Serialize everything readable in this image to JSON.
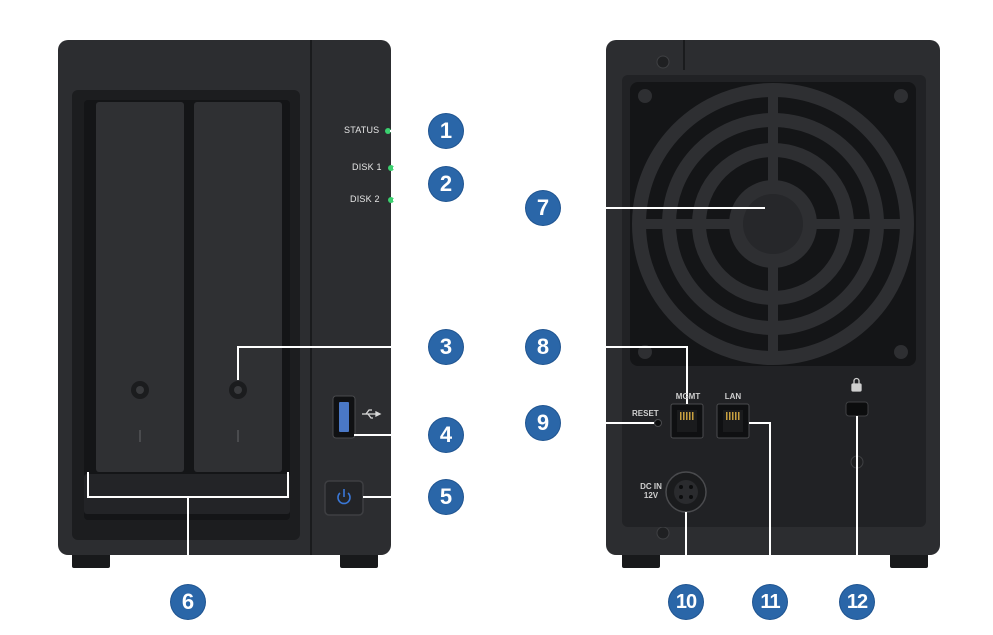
{
  "front": {
    "led_labels": {
      "status": "STATUS",
      "disk1": "DISK 1",
      "disk2": "DISK 2"
    }
  },
  "back": {
    "port_labels": {
      "mgmt": "MGMT",
      "lan": "LAN",
      "reset": "RESET",
      "dc_in_line1": "DC IN",
      "dc_in_line2": "12V"
    }
  },
  "callouts": [
    "1",
    "2",
    "3",
    "4",
    "5",
    "6",
    "7",
    "8",
    "9",
    "10",
    "11",
    "12"
  ],
  "colors": {
    "chassis": "#2b2c2f",
    "panel": "#1b1c1e",
    "callout": "#2a66a8",
    "led": "#3bd16f",
    "power": "#3a78d8"
  },
  "icons": [
    "usb-icon",
    "power-icon",
    "lock-icon"
  ]
}
